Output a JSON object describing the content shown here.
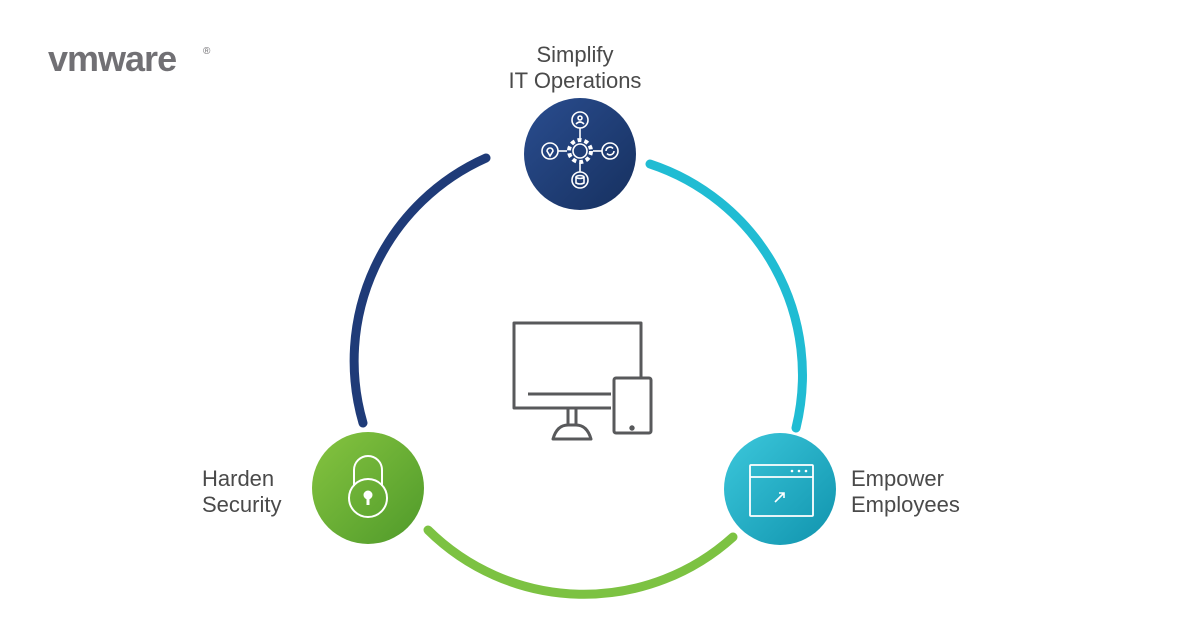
{
  "brand": {
    "logo_text": "vmware",
    "trademark": "®"
  },
  "nodes": {
    "simplify": {
      "line1": "Simplify",
      "line2": "IT Operations",
      "color": "#1f3b78",
      "icon": "gear-network-icon"
    },
    "security": {
      "line1": "Harden",
      "line2": "Security",
      "color": "#6db33f",
      "icon": "padlock-icon"
    },
    "employees": {
      "line1": "Empower",
      "line2": "Employees",
      "color": "#1eb8cf",
      "icon": "app-window-icon"
    }
  },
  "center": {
    "icon": "desktop-and-tablet-icon"
  },
  "arcs": {
    "left_color": "#1f3b78",
    "right_color": "#20bcd3",
    "bottom_color": "#7cc242"
  }
}
